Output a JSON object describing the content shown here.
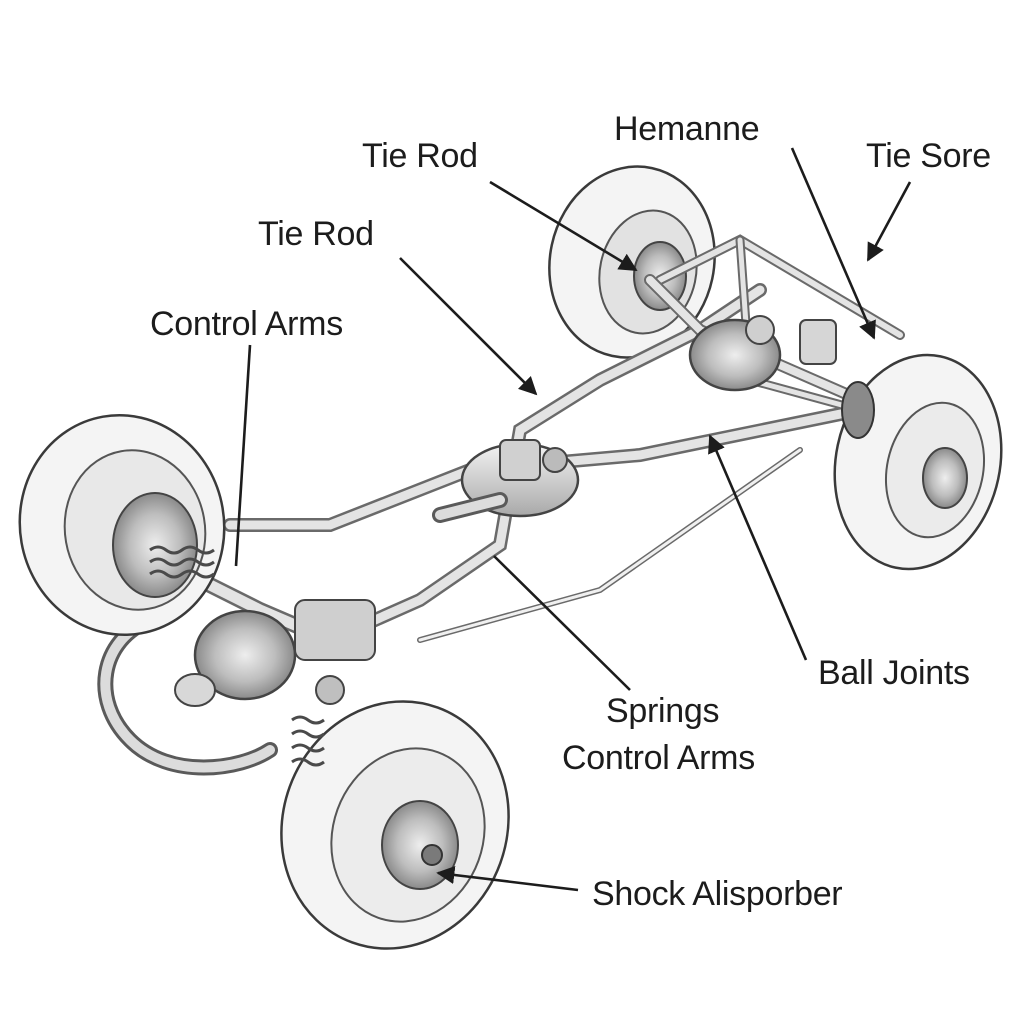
{
  "labels": {
    "hemanne": "Hemanne",
    "tie_sore": "Tie Sore",
    "tie_rod_upper": "Tie Rod",
    "tie_rod_lower": "Tie Rod",
    "control_arms_left": "Control Arms",
    "ball_joints": "Ball Joints",
    "springs": "Springs",
    "control_arms_bottom": "Control Arms",
    "shock_absorber": "Shock Alisporber"
  },
  "colors": {
    "line": "#1c1c1c",
    "metal": "#d4d4d4",
    "metal_dark": "#7a7a7a",
    "tire": "#f4f4f4"
  }
}
